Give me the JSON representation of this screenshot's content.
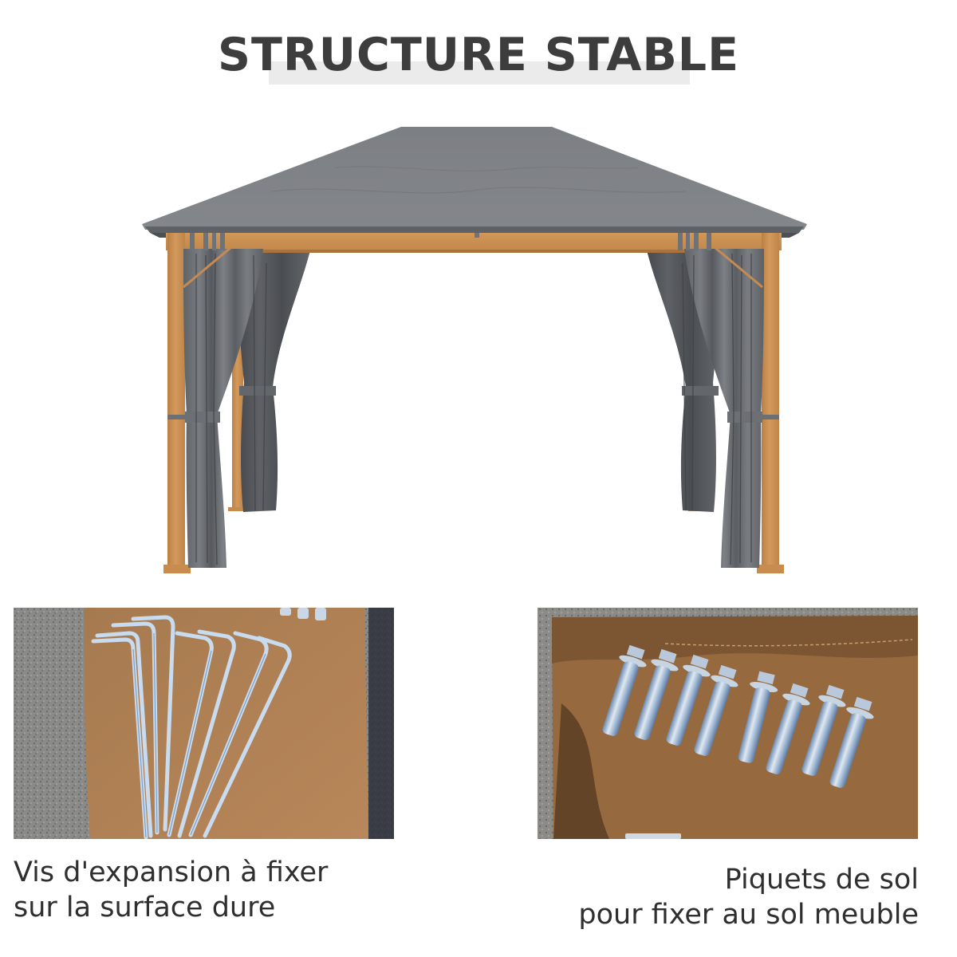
{
  "header": {
    "title": "STRUCTURE STABLE"
  },
  "product": {
    "name": "gazebo",
    "roof_color": "#7f8285",
    "frame_color": "#c88f52",
    "curtain_color": "#6e7174"
  },
  "photos": [
    {
      "name": "ground-stakes-photo",
      "subject": "ground stakes on brown bag",
      "count": 8
    },
    {
      "name": "expansion-bolts-photo",
      "subject": "expansion bolts on brown bag",
      "count": 8
    }
  ],
  "captions": {
    "left": {
      "line1": "Vis d'expansion à fixer",
      "line2": "sur la surface dure"
    },
    "right": {
      "line1": "Piquets de sol",
      "line2": "pour fixer au sol meuble"
    }
  }
}
